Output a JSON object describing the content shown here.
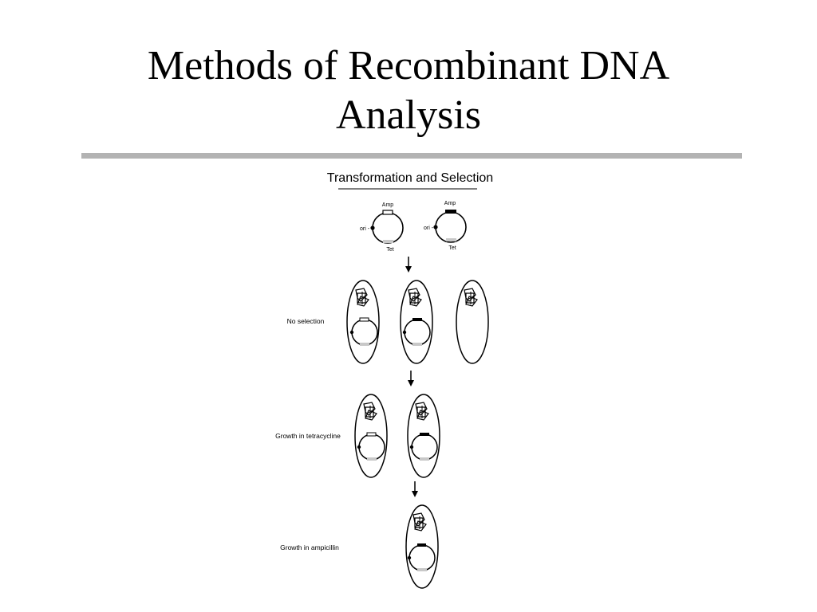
{
  "slide": {
    "title_line1": "Methods of Recombinant DNA",
    "title_line2": "Analysis"
  },
  "diagram": {
    "heading": "Transformation and Selection",
    "plasmid_labels": {
      "amp": "Amp",
      "tet": "Tet",
      "ori": "ori -"
    },
    "stages": [
      {
        "label": "No selection"
      },
      {
        "label": "Growth in tetracycline"
      },
      {
        "label": "Growth in ampicillin"
      }
    ]
  },
  "colors": {
    "amp_intact": "#ffffff",
    "amp_insert": "#000000",
    "tet": "#c8c8c8",
    "rule": "#b3b3b3"
  }
}
